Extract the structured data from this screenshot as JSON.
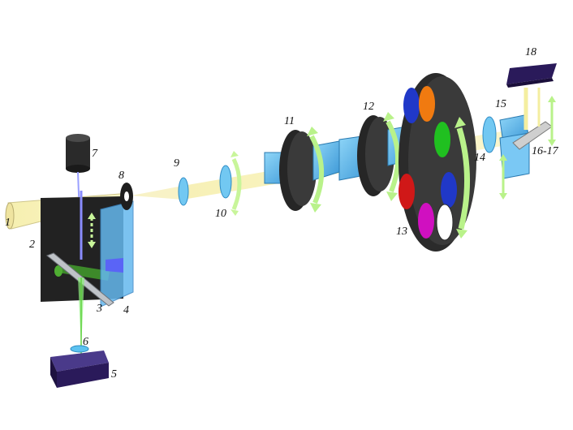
{
  "labels": {
    "l1": "1",
    "l2": "2",
    "l3": "3",
    "l4": "4",
    "l5": "5",
    "l6": "6",
    "l7": "7",
    "l8": "8",
    "l9": "9",
    "l10": "10",
    "l11": "11",
    "l12": "12",
    "l13": "13",
    "l14": "14",
    "l15": "15",
    "l16_17": "16-17",
    "l18": "18"
  },
  "colors": {
    "beam": "#f4eea0",
    "beam_edge": "#d8d08a",
    "optic_blue": "#6ec6f0",
    "prism_blue": "#4aa6e0",
    "mount_black": "#262626",
    "arrow_green": "#b9f28a",
    "filter_blue": "#2038c8",
    "filter_orange": "#f07a10",
    "filter_green": "#20c020",
    "filter_red": "#d01818",
    "filter_magenta": "#d010c0",
    "detector_purple": "#2a1a5a"
  },
  "icons": {
    "light_source": "cylinder-lamp-icon",
    "detector": "purple-detector-box-icon",
    "filter_wheel": "filter-wheel-icon"
  }
}
